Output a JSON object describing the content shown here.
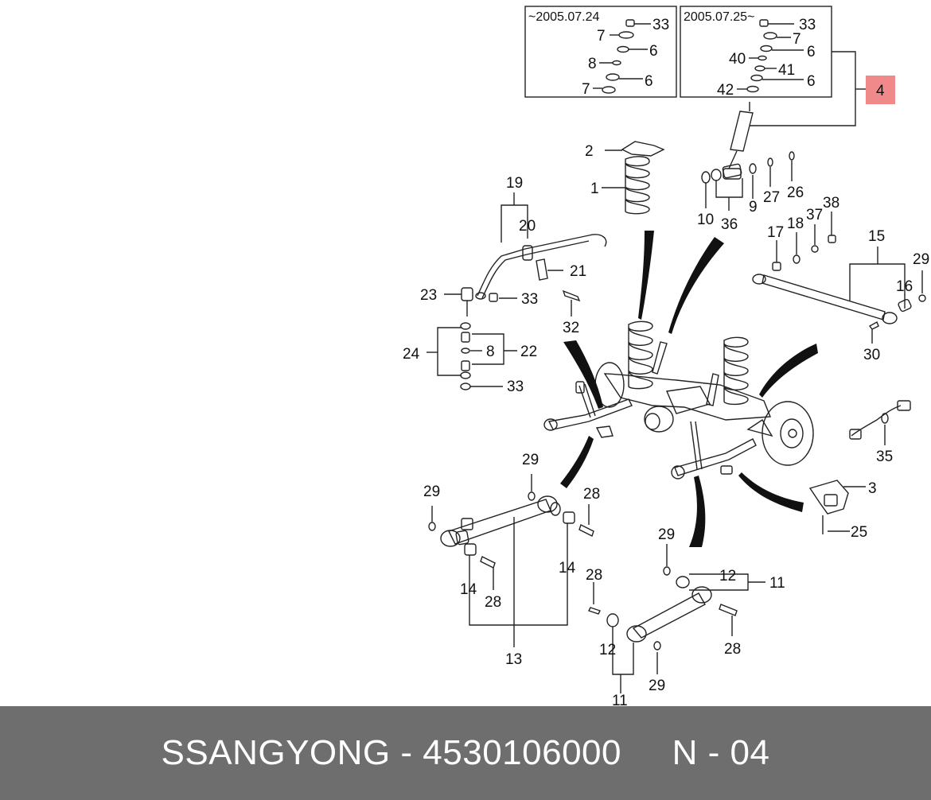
{
  "diagram": {
    "inset_left": {
      "title": "~2005.07.24",
      "labels": [
        "33",
        "7",
        "6",
        "8",
        "6",
        "7"
      ]
    },
    "inset_right": {
      "title": "2005.07.25~",
      "labels": [
        "33",
        "7",
        "6",
        "40",
        "41",
        "6",
        "42"
      ]
    },
    "highlight": {
      "label": "4",
      "color": "#f08a8a"
    },
    "callouts": {
      "c1": "1",
      "c2": "2",
      "c3": "3",
      "c9": "9",
      "c10": "10",
      "c11a": "11",
      "c11b": "11",
      "c12a": "12",
      "c12b": "12",
      "c13": "13",
      "c14a": "14",
      "c14b": "14",
      "c15": "15",
      "c16": "16",
      "c17": "17",
      "c18": "18",
      "c19": "19",
      "c20": "20",
      "c21": "21",
      "c22": "22",
      "c23": "23",
      "c24": "24",
      "c25": "25",
      "c26": "26",
      "c27": "27",
      "c28a": "28",
      "c28b": "28",
      "c28c": "28",
      "c28d": "28",
      "c29a": "29",
      "c29b": "29",
      "c29c": "29",
      "c29d": "29",
      "c29e": "29",
      "c30": "30",
      "c32": "32",
      "c33a": "33",
      "c33b": "33",
      "c35": "35",
      "c36": "36",
      "c37": "37",
      "c38": "38",
      "c8": "8"
    }
  },
  "footer": {
    "brand": "SSANGYONG",
    "separator": "-",
    "part_number": "4530106000",
    "ref": "N - 04"
  }
}
